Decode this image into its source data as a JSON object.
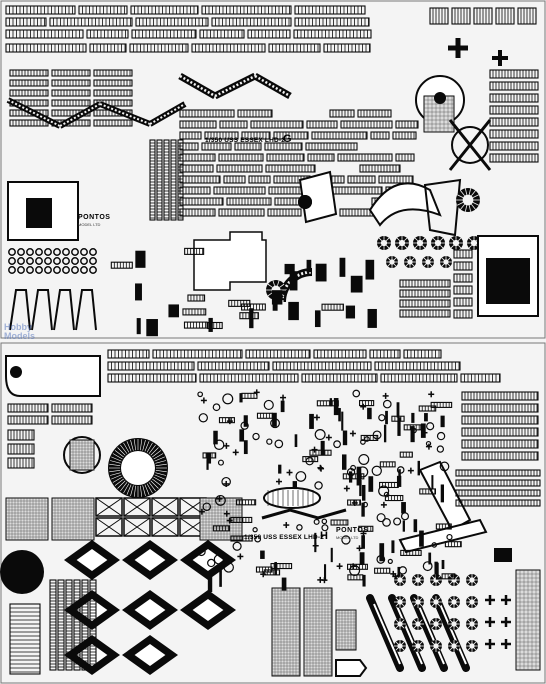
{
  "fret_g": {
    "title": "1/350 USS ESSEX LHD-2",
    "letter": "G",
    "brand": "PONTOS",
    "brand_sub": "MODEL LTD"
  },
  "fret_h": {
    "title": "1/350 USS ESSEX LHD-2",
    "letter": "H",
    "brand": "PONTOS",
    "brand_sub": "MODEL LTD"
  },
  "watermark": {
    "line1": "Hobby",
    "line2": "Models"
  },
  "colors": {
    "metal": "#0a0a0a",
    "background": "#f4f4f4",
    "watermark": "#5a78be"
  }
}
